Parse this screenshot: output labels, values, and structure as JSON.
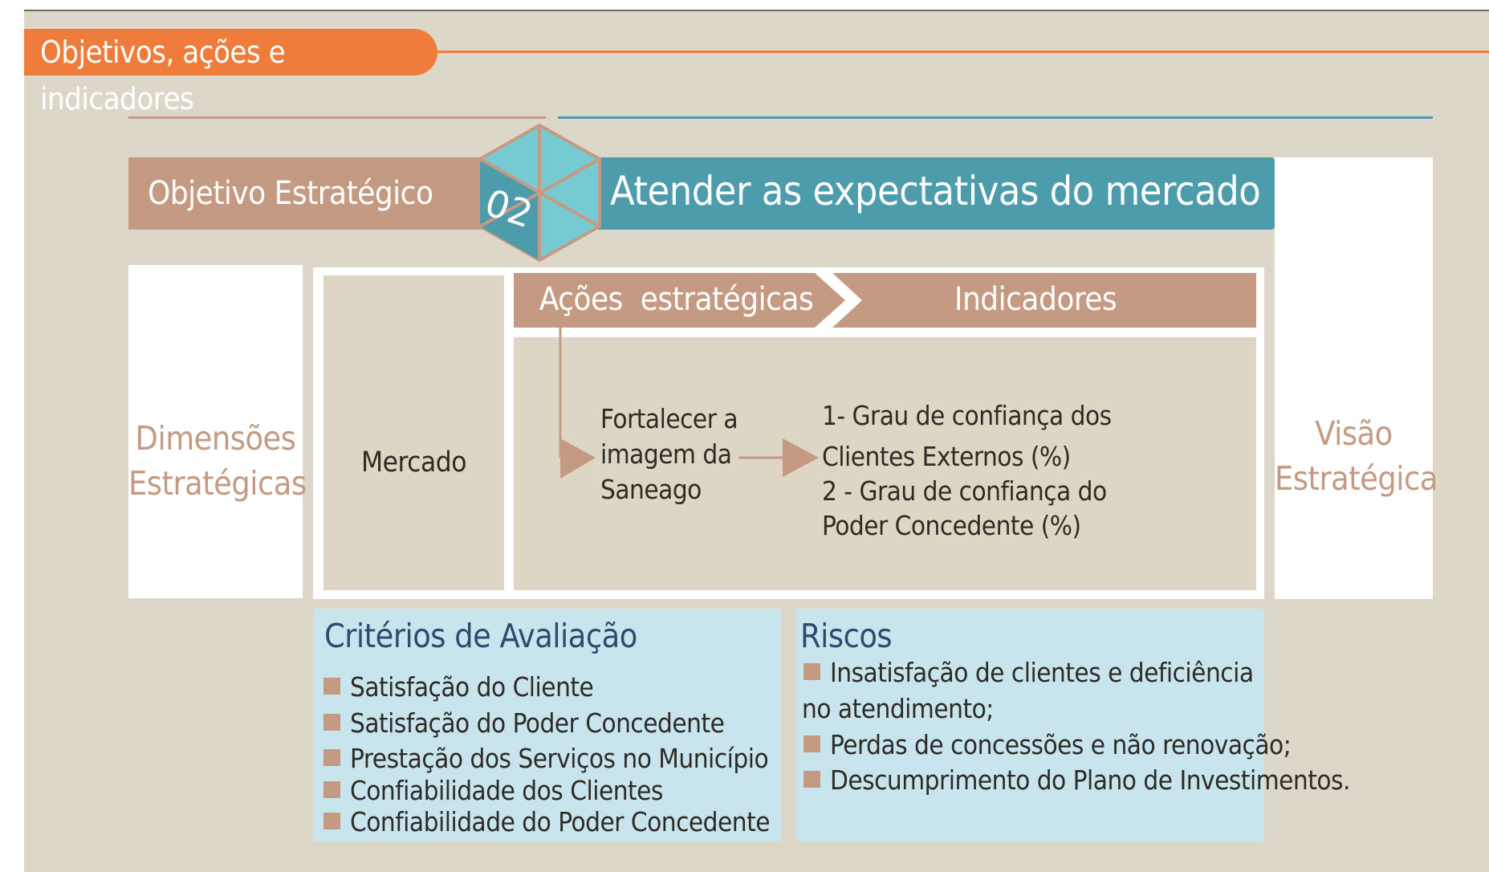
{
  "section": {
    "title": "Objetivos, ações e indicadores"
  },
  "objective": {
    "label": "Objetivo Estratégico",
    "number": "02",
    "goal": "Atender as expectativas do mercado"
  },
  "dimensions_label": [
    "Dimensões",
    "Estratégicas"
  ],
  "vision_label": [
    "Visão",
    "Estratégica"
  ],
  "dimension": "Mercado",
  "headers": {
    "actions": "Ações  estratégicas",
    "indicators": "Indicadores"
  },
  "action": [
    "Fortalecer a",
    "imagem da",
    "Saneago"
  ],
  "indicators": [
    [
      "1- Grau de confiança dos",
      "Clientes Externos (%)"
    ],
    [
      "2 - Grau de confiança do",
      "Poder Concedente (%)"
    ]
  ],
  "criteria": {
    "title": "Critérios de Avaliação",
    "items": [
      "Satisfação do Cliente",
      "Satisfação do Poder Concedente",
      "Prestação dos Serviços no Município",
      "Confiabilidade dos Clientes",
      "Confiabilidade do Poder Concedente"
    ]
  },
  "risks": {
    "title": "Riscos",
    "items": [
      [
        "Insatisfação de clientes e deficiência",
        "no atendimento;"
      ],
      [
        "Perdas de concessões e não renovação;"
      ],
      [
        "Descumprimento do Plano de Investimentos."
      ]
    ]
  },
  "colors": {
    "orange": "#ef7c3a",
    "tan": "#c49a82",
    "teal": "#4d9cab",
    "cube_light": "#76cbd3",
    "beige": "#dcd7c9",
    "light_blue": "#c8e5ed",
    "title_blue": "#2e4a6e"
  }
}
